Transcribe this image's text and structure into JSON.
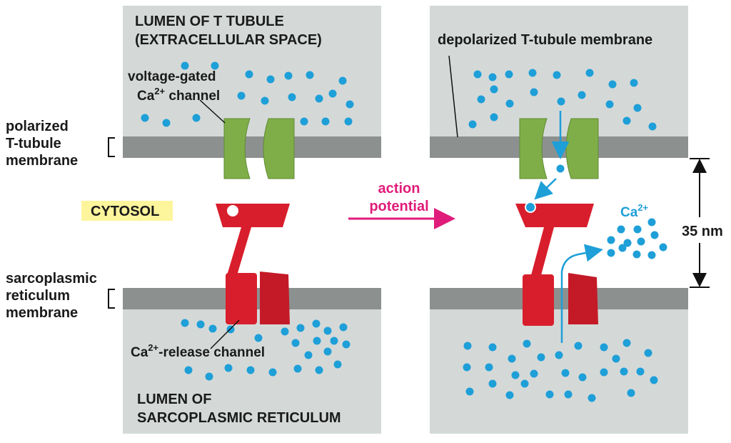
{
  "left_panel": {
    "top_title_line1": "LUMEN OF T TUBULE",
    "top_title_line2": "(EXTRACELLULAR SPACE)",
    "voltage_gated_line1": "voltage-gated",
    "ca_symbol": "Ca",
    "ca_charge": "2+",
    "voltage_gated_line2_suffix": " channel",
    "release_suffix": "-release channel",
    "bottom_title_line1": "LUMEN OF",
    "bottom_title_line2": "SARCOPLASMIC RETICULUM"
  },
  "side_labels": {
    "polarized_line1": "polarized",
    "polarized_line2": "T-tubule",
    "polarized_line3": "membrane",
    "cytosol": "CYTOSOL",
    "sr_line1": "sarcoplasmic",
    "sr_line2": "reticulum",
    "sr_line3": "membrane"
  },
  "center": {
    "arrow_line1": "action",
    "arrow_line2": "potential"
  },
  "right_panel": {
    "depolarized_label": "depolarized T-tubule membrane",
    "ca_symbol": "Ca",
    "ca_charge": "2+",
    "distance_label": "35 nm"
  },
  "colors": {
    "lumen": "#d4d9d8",
    "membrane": "#8c9190",
    "channel_green": "#7fae48",
    "channel_red": "#d81e2c",
    "calcium": "#1e9fd8",
    "arrow_pink": "#e01c7a",
    "cytosol_highlight": "#fdf59c"
  }
}
